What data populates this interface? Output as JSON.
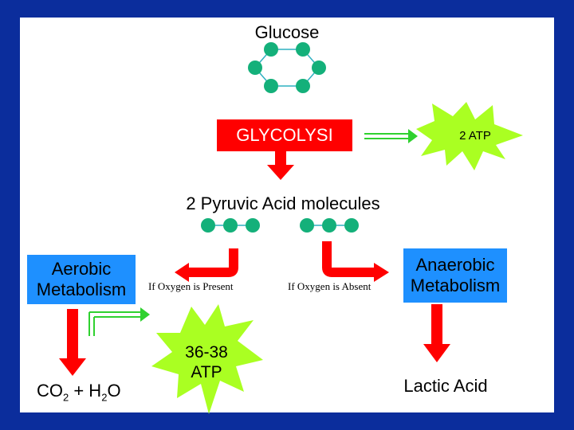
{
  "glucose_label": "Glucose",
  "glycolysis_label": "GLYCOLYSI",
  "atp_2_label": "2  ATP",
  "pyruvic_label": "2 Pyruvic Acid molecules",
  "aerobic_line1": "Aerobic",
  "aerobic_line2": "Metabolism",
  "anaerobic_line1": "Anaerobic",
  "anaerobic_line2": "Metabolism",
  "oxygen_present_label": "If Oxygen is Present",
  "oxygen_absent_label": "If Oxygen is Absent",
  "atp_36_line1": "36-38",
  "atp_36_line2": "ATP",
  "co2_prefix": "CO",
  "co2_sub": "2",
  "plus_h": " + H",
  "h2o_sub": "2",
  "o_suffix": "O",
  "lactic_label": "Lactic Acid",
  "colors": {
    "background": "#0b2d9c",
    "molecule": "#14b07a",
    "arrow_red": "#ff0000",
    "arrow_green": "#2fd12f",
    "star": "#aaff22",
    "box_blue": "#1e90ff"
  }
}
